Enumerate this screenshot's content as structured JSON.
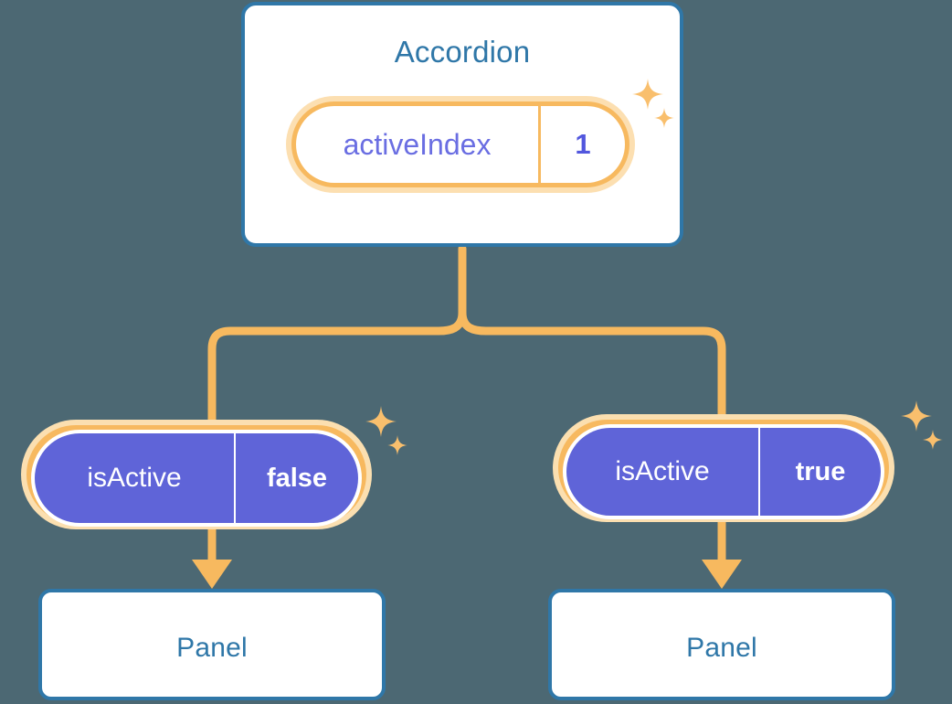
{
  "theme": {
    "background": "#4c6873",
    "card_border": "#2f77a8",
    "card_fill": "#ffffff",
    "title_text": "#2f77a8",
    "accent_orange": "#f7b95f",
    "accent_orange_glow": "#fbdfb0",
    "prop_purple_text": "#6a6ee2",
    "prop_purple_fill": "#5f64d8",
    "value_text_on_fill": "#ffffff"
  },
  "diagram": {
    "root": {
      "title": "Accordion",
      "prop": {
        "key": "activeIndex",
        "value": "1",
        "style": "outlined",
        "highlighted": true
      },
      "sparkles": [
        "sparkle-icon",
        "sparkle-icon"
      ]
    },
    "branches": [
      {
        "id": "left",
        "prop": {
          "key": "isActive",
          "value": "false",
          "style": "filled",
          "highlighted": true
        },
        "arrow": "arrow-down-icon",
        "child": {
          "title": "Panel"
        },
        "sparkles": [
          "sparkle-icon",
          "sparkle-icon"
        ]
      },
      {
        "id": "right",
        "prop": {
          "key": "isActive",
          "value": "true",
          "style": "filled",
          "highlighted": true
        },
        "arrow": "arrow-down-icon",
        "child": {
          "title": "Panel"
        },
        "sparkles": [
          "sparkle-icon",
          "sparkle-icon"
        ]
      }
    ]
  }
}
